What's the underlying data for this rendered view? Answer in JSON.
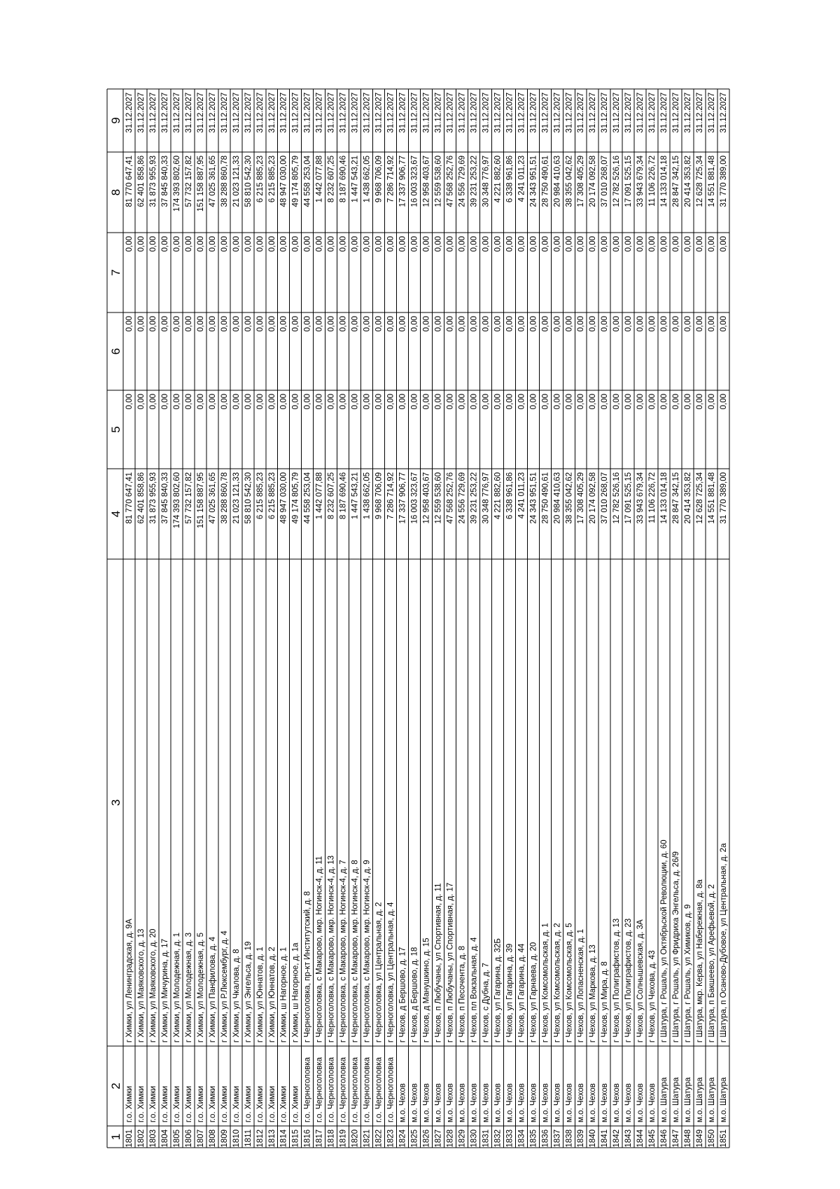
{
  "table": {
    "headers": [
      "1",
      "2",
      "3",
      "4",
      "5",
      "6",
      "7",
      "8",
      "9"
    ],
    "rows": [
      [
        "1801",
        "г.о. Химки",
        "г Химки, ул Ленинградская, д. 9А",
        "81 770 647,41",
        "0,00",
        "0,00",
        "0,00",
        "81 770 647,41",
        "31.12.2027"
      ],
      [
        "1802",
        "г.о. Химки",
        "г Химки, ул Маяковского, д. 13",
        "62 401 858,86",
        "0,00",
        "0,00",
        "0,00",
        "62 401 858,86",
        "31.12.2027"
      ],
      [
        "1803",
        "г.о. Химки",
        "г Химки, ул Маяковского, д. 20",
        "31 873 955,93",
        "0,00",
        "0,00",
        "0,00",
        "31 873 955,93",
        "31.12.2027"
      ],
      [
        "1804",
        "г.о. Химки",
        "г Химки, ул Мичурина, д. 17",
        "37 845 840,33",
        "0,00",
        "0,00",
        "0,00",
        "37 845 840,33",
        "31.12.2027"
      ],
      [
        "1805",
        "г.о. Химки",
        "г Химки, ул Молодежная, д. 1",
        "174 393 802,60",
        "0,00",
        "0,00",
        "0,00",
        "174 393 802,60",
        "31.12.2027"
      ],
      [
        "1806",
        "г.о. Химки",
        "г Химки, ул Молодежная, д. 3",
        "57 732 157,82",
        "0,00",
        "0,00",
        "0,00",
        "57 732 157,82",
        "31.12.2027"
      ],
      [
        "1807",
        "г.о. Химки",
        "г Химки, ул Молодежная, д. 5",
        "151 158 887,95",
        "0,00",
        "0,00",
        "0,00",
        "151 158 887,95",
        "31.12.2027"
      ],
      [
        "1808",
        "г.о. Химки",
        "г Химки, ул Панфилова, д. 4",
        "47 025 361,65",
        "0,00",
        "0,00",
        "0,00",
        "47 025 361,65",
        "31.12.2027"
      ],
      [
        "1809",
        "г.о. Химки",
        "г Химки, ул Р.Люксембург, д. 4",
        "38 288 860,78",
        "0,00",
        "0,00",
        "0,00",
        "38 288 860,78",
        "31.12.2027"
      ],
      [
        "1810",
        "г.о. Химки",
        "г Химки, ул Чкалова, д. 8",
        "21 023 121,33",
        "0,00",
        "0,00",
        "0,00",
        "21 023 121,33",
        "31.12.2027"
      ],
      [
        "1811",
        "г.о. Химки",
        "г Химки, ул Энгельса, д. 19",
        "58 810 542,30",
        "0,00",
        "0,00",
        "0,00",
        "58 810 542,30",
        "31.12.2027"
      ],
      [
        "1812",
        "г.о. Химки",
        "г Химки, ул Юннатов, д. 1",
        "6 215 885,23",
        "0,00",
        "0,00",
        "0,00",
        "6 215 885,23",
        "31.12.2027"
      ],
      [
        "1813",
        "г.о. Химки",
        "г Химки, ул Юннатов, д. 2",
        "6 215 885,23",
        "0,00",
        "0,00",
        "0,00",
        "6 215 885,23",
        "31.12.2027"
      ],
      [
        "1814",
        "г.о. Химки",
        "г Химки, ш Нагорное, д. 1",
        "48 947 030,00",
        "0,00",
        "0,00",
        "0,00",
        "48 947 030,00",
        "31.12.2027"
      ],
      [
        "1815",
        "г.о. Химки",
        "г Химки, ш Нагорное, д. 1а",
        "49 174 805,79",
        "0,00",
        "0,00",
        "0,00",
        "49 174 805,79",
        "31.12.2027"
      ],
      [
        "1816",
        "г.о. Черноголовка",
        "г Черноголовка, пр-кт Институтский, д. 8",
        "44 558 253,04",
        "0,00",
        "0,00",
        "0,00",
        "44 558 253,04",
        "31.12.2027"
      ],
      [
        "1817",
        "г.о. Черноголовка",
        "г Черноголовка, с Макарово, мкр. Ногинск-4, д. 11",
        "1 442 077,88",
        "0,00",
        "0,00",
        "0,00",
        "1 442 077,88",
        "31.12.2027"
      ],
      [
        "1818",
        "г.о. Черноголовка",
        "г Черноголовка, с Макарово, мкр. Ногинск-4, д. 13",
        "8 232 607,25",
        "0,00",
        "0,00",
        "0,00",
        "8 232 607,25",
        "31.12.2027"
      ],
      [
        "1819",
        "г.о. Черноголовка",
        "г Черноголовка, с Макарово, мкр. Ногинск-4, д. 7",
        "8 187 690,46",
        "0,00",
        "0,00",
        "0,00",
        "8 187 690,46",
        "31.12.2027"
      ],
      [
        "1820",
        "г.о. Черноголовка",
        "г Черноголовка, с Макарово, мкр. Ногинск-4, д. 8",
        "1 447 543,21",
        "0,00",
        "0,00",
        "0,00",
        "1 447 543,21",
        "31.12.2027"
      ],
      [
        "1821",
        "г.о. Черноголовка",
        "г Черноголовка, с Макарово, мкр. Ногинск-4, д. 9",
        "1 438 662,05",
        "0,00",
        "0,00",
        "0,00",
        "1 438 662,05",
        "31.12.2027"
      ],
      [
        "1822",
        "г.о. Черноголовка",
        "г Черноголовка, ул Центральная, д. 2",
        "9 968 706,09",
        "0,00",
        "0,00",
        "0,00",
        "9 968 706,09",
        "31.12.2027"
      ],
      [
        "1823",
        "г.о. Черноголовка",
        "г Черноголовка, ул Центральная, д. 4",
        "7 286 714,92",
        "0,00",
        "0,00",
        "0,00",
        "7 286 714,92",
        "31.12.2027"
      ],
      [
        "1824",
        "м.о. Чехов",
        "г Чехов, д Бершово, д. 17",
        "17 337 906,77",
        "0,00",
        "0,00",
        "0,00",
        "17 337 906,77",
        "31.12.2027"
      ],
      [
        "1825",
        "м.о. Чехов",
        "г Чехов, д Бершово, д. 18",
        "16 003 323,67",
        "0,00",
        "0,00",
        "0,00",
        "16 003 323,67",
        "31.12.2027"
      ],
      [
        "1826",
        "м.о. Чехов",
        "г Чехов, д Манушкино, д. 15",
        "12 958 403,67",
        "0,00",
        "0,00",
        "0,00",
        "12 958 403,67",
        "31.12.2027"
      ],
      [
        "1827",
        "м.о. Чехов",
        "г Чехов, п Любучаны, ул Спортивная, д. 11",
        "12 559 538,60",
        "0,00",
        "0,00",
        "0,00",
        "12 559 538,60",
        "31.12.2027"
      ],
      [
        "1828",
        "м.о. Чехов",
        "г Чехов, п Любучаны, ул Спортивная, д. 17",
        "47 568 252,76",
        "0,00",
        "0,00",
        "0,00",
        "47 568 252,76",
        "31.12.2027"
      ],
      [
        "1829",
        "м.о. Чехов",
        "г Чехов, п Песочента, д. 8",
        "24 556 729,69",
        "0,00",
        "0,00",
        "0,00",
        "24 556 729,69",
        "31.12.2027"
      ],
      [
        "1830",
        "м.о. Чехов",
        "г Чехов, пл Вокзальная, д. 4",
        "39 231 253,22",
        "0,00",
        "0,00",
        "0,00",
        "39 231 253,22",
        "31.12.2027"
      ],
      [
        "1831",
        "м.о. Чехов",
        "г Чехов, с Дубна, д. 7",
        "30 348 776,97",
        "0,00",
        "0,00",
        "0,00",
        "30 348 776,97",
        "31.12.2027"
      ],
      [
        "1832",
        "м.о. Чехов",
        "г Чехов, ул Гагарина, д. 32Б",
        "4 221 882,60",
        "0,00",
        "0,00",
        "0,00",
        "4 221 882,60",
        "31.12.2027"
      ],
      [
        "1833",
        "м.о. Чехов",
        "г Чехов, ул Гагарина, д. 39",
        "6 338 961,86",
        "0,00",
        "0,00",
        "0,00",
        "6 338 961,86",
        "31.12.2027"
      ],
      [
        "1834",
        "м.о. Чехов",
        "г Чехов, ул Гагарина, д. 44",
        "4 241 011,23",
        "0,00",
        "0,00",
        "0,00",
        "4 241 011,23",
        "31.12.2027"
      ],
      [
        "1835",
        "м.о. Чехов",
        "г Чехов, ул Гарнаева, д. 20",
        "24 343 951,51",
        "0,00",
        "0,00",
        "0,00",
        "24 343 951,51",
        "31.12.2027"
      ],
      [
        "1836",
        "м.о. Чехов",
        "г Чехов, ул Комсомольская, д. 1",
        "28 750 490,61",
        "0,00",
        "0,00",
        "0,00",
        "28 750 490,61",
        "31.12.2027"
      ],
      [
        "1837",
        "м.о. Чехов",
        "г Чехов, ул Комсомольская, д. 2",
        "20 984 410,63",
        "0,00",
        "0,00",
        "0,00",
        "20 984 410,63",
        "31.12.2027"
      ],
      [
        "1838",
        "м.о. Чехов",
        "г Чехов, ул Комсомольская, д. 5",
        "38 355 042,62",
        "0,00",
        "0,00",
        "0,00",
        "38 355 042,62",
        "31.12.2027"
      ],
      [
        "1839",
        "м.о. Чехов",
        "г Чехов, ул Лопасненская, д. 1",
        "17 308 405,29",
        "0,00",
        "0,00",
        "0,00",
        "17 308 405,29",
        "31.12.2027"
      ],
      [
        "1840",
        "м.о. Чехов",
        "г Чехов, ул Маркова, д. 13",
        "20 174 092,58",
        "0,00",
        "0,00",
        "0,00",
        "20 174 092,58",
        "31.12.2027"
      ],
      [
        "1841",
        "м.о. Чехов",
        "г Чехов, ул Мира, д. 8",
        "37 010 268,07",
        "0,00",
        "0,00",
        "0,00",
        "37 010 268,07",
        "31.12.2027"
      ],
      [
        "1842",
        "м.о. Чехов",
        "г Чехов, ул Полиграфистов, д. 13",
        "12 782 526,16",
        "0,00",
        "0,00",
        "0,00",
        "12 782 526,16",
        "31.12.2027"
      ],
      [
        "1843",
        "м.о. Чехов",
        "г Чехов, ул Полиграфистов, д. 23",
        "17 091 525,15",
        "0,00",
        "0,00",
        "0,00",
        "17 091 525,15",
        "31.12.2027"
      ],
      [
        "1844",
        "м.о. Чехов",
        "г Чехов, ул Солнышевская, д. 3А",
        "33 943 679,34",
        "0,00",
        "0,00",
        "0,00",
        "33 943 679,34",
        "31.12.2027"
      ],
      [
        "1845",
        "м.о. Чехов",
        "г Чехов, ул Чехова, д. 43",
        "11 106 226,72",
        "0,00",
        "0,00",
        "0,00",
        "11 106 226,72",
        "31.12.2027"
      ],
      [
        "1846",
        "м.о. Шатура",
        "г Шатура, г Рошаль, ул Октябрьской Революции, д. 60",
        "14 133 014,18",
        "0,00",
        "0,00",
        "0,00",
        "14 133 014,18",
        "31.12.2027"
      ],
      [
        "1847",
        "м.о. Шатура",
        "г Шатура, г Рошаль, ул Фридриха Энгельса, д. 26/9",
        "28 847 342,15",
        "0,00",
        "0,00",
        "0,00",
        "28 847 342,15",
        "31.12.2027"
      ],
      [
        "1848",
        "м.о. Шатура",
        "г Шатура, г Рошаль, ул Химиков, д. 9",
        "20 414 353,82",
        "0,00",
        "0,00",
        "0,00",
        "20 414 353,82",
        "31.12.2027"
      ],
      [
        "1849",
        "м.о. Шатура",
        "г Шатура, мкр. Керва, ул Набережная, д. 8а",
        "12 628 725,34",
        "0,00",
        "0,00",
        "0,00",
        "12 628 725,34",
        "31.12.2027"
      ],
      [
        "1850",
        "м.о. Шатура",
        "г Шатура, п Бакшеево, ул Арефьевой, д. 2",
        "14 551 881,48",
        "0,00",
        "0,00",
        "0,00",
        "14 551 881,48",
        "31.12.2027"
      ],
      [
        "1851",
        "м.о. Шатура",
        "г Шатура, п Осаново-Дубовое, ул Центральная, д. 2а",
        "31 770 389,00",
        "0,00",
        "0,00",
        "0,00",
        "31 770 389,00",
        "31.12.2027"
      ]
    ]
  }
}
